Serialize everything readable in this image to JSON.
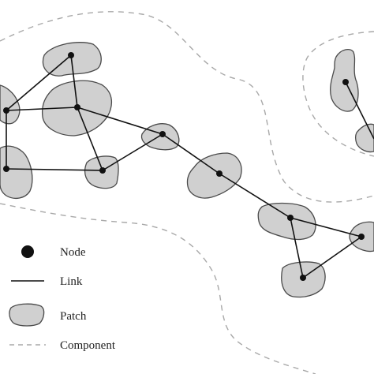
{
  "legend": {
    "node_label": "Node",
    "link_label": "Link",
    "patch_label": "Patch",
    "component_label": "Component"
  },
  "colors": {
    "patch_fill": "#d0d0d0",
    "patch_stroke": "#4a4a4a",
    "line": "#111111",
    "component": "#a8a8a8"
  },
  "icons": [
    "node-icon",
    "link-icon",
    "patch-icon",
    "component-icon"
  ]
}
